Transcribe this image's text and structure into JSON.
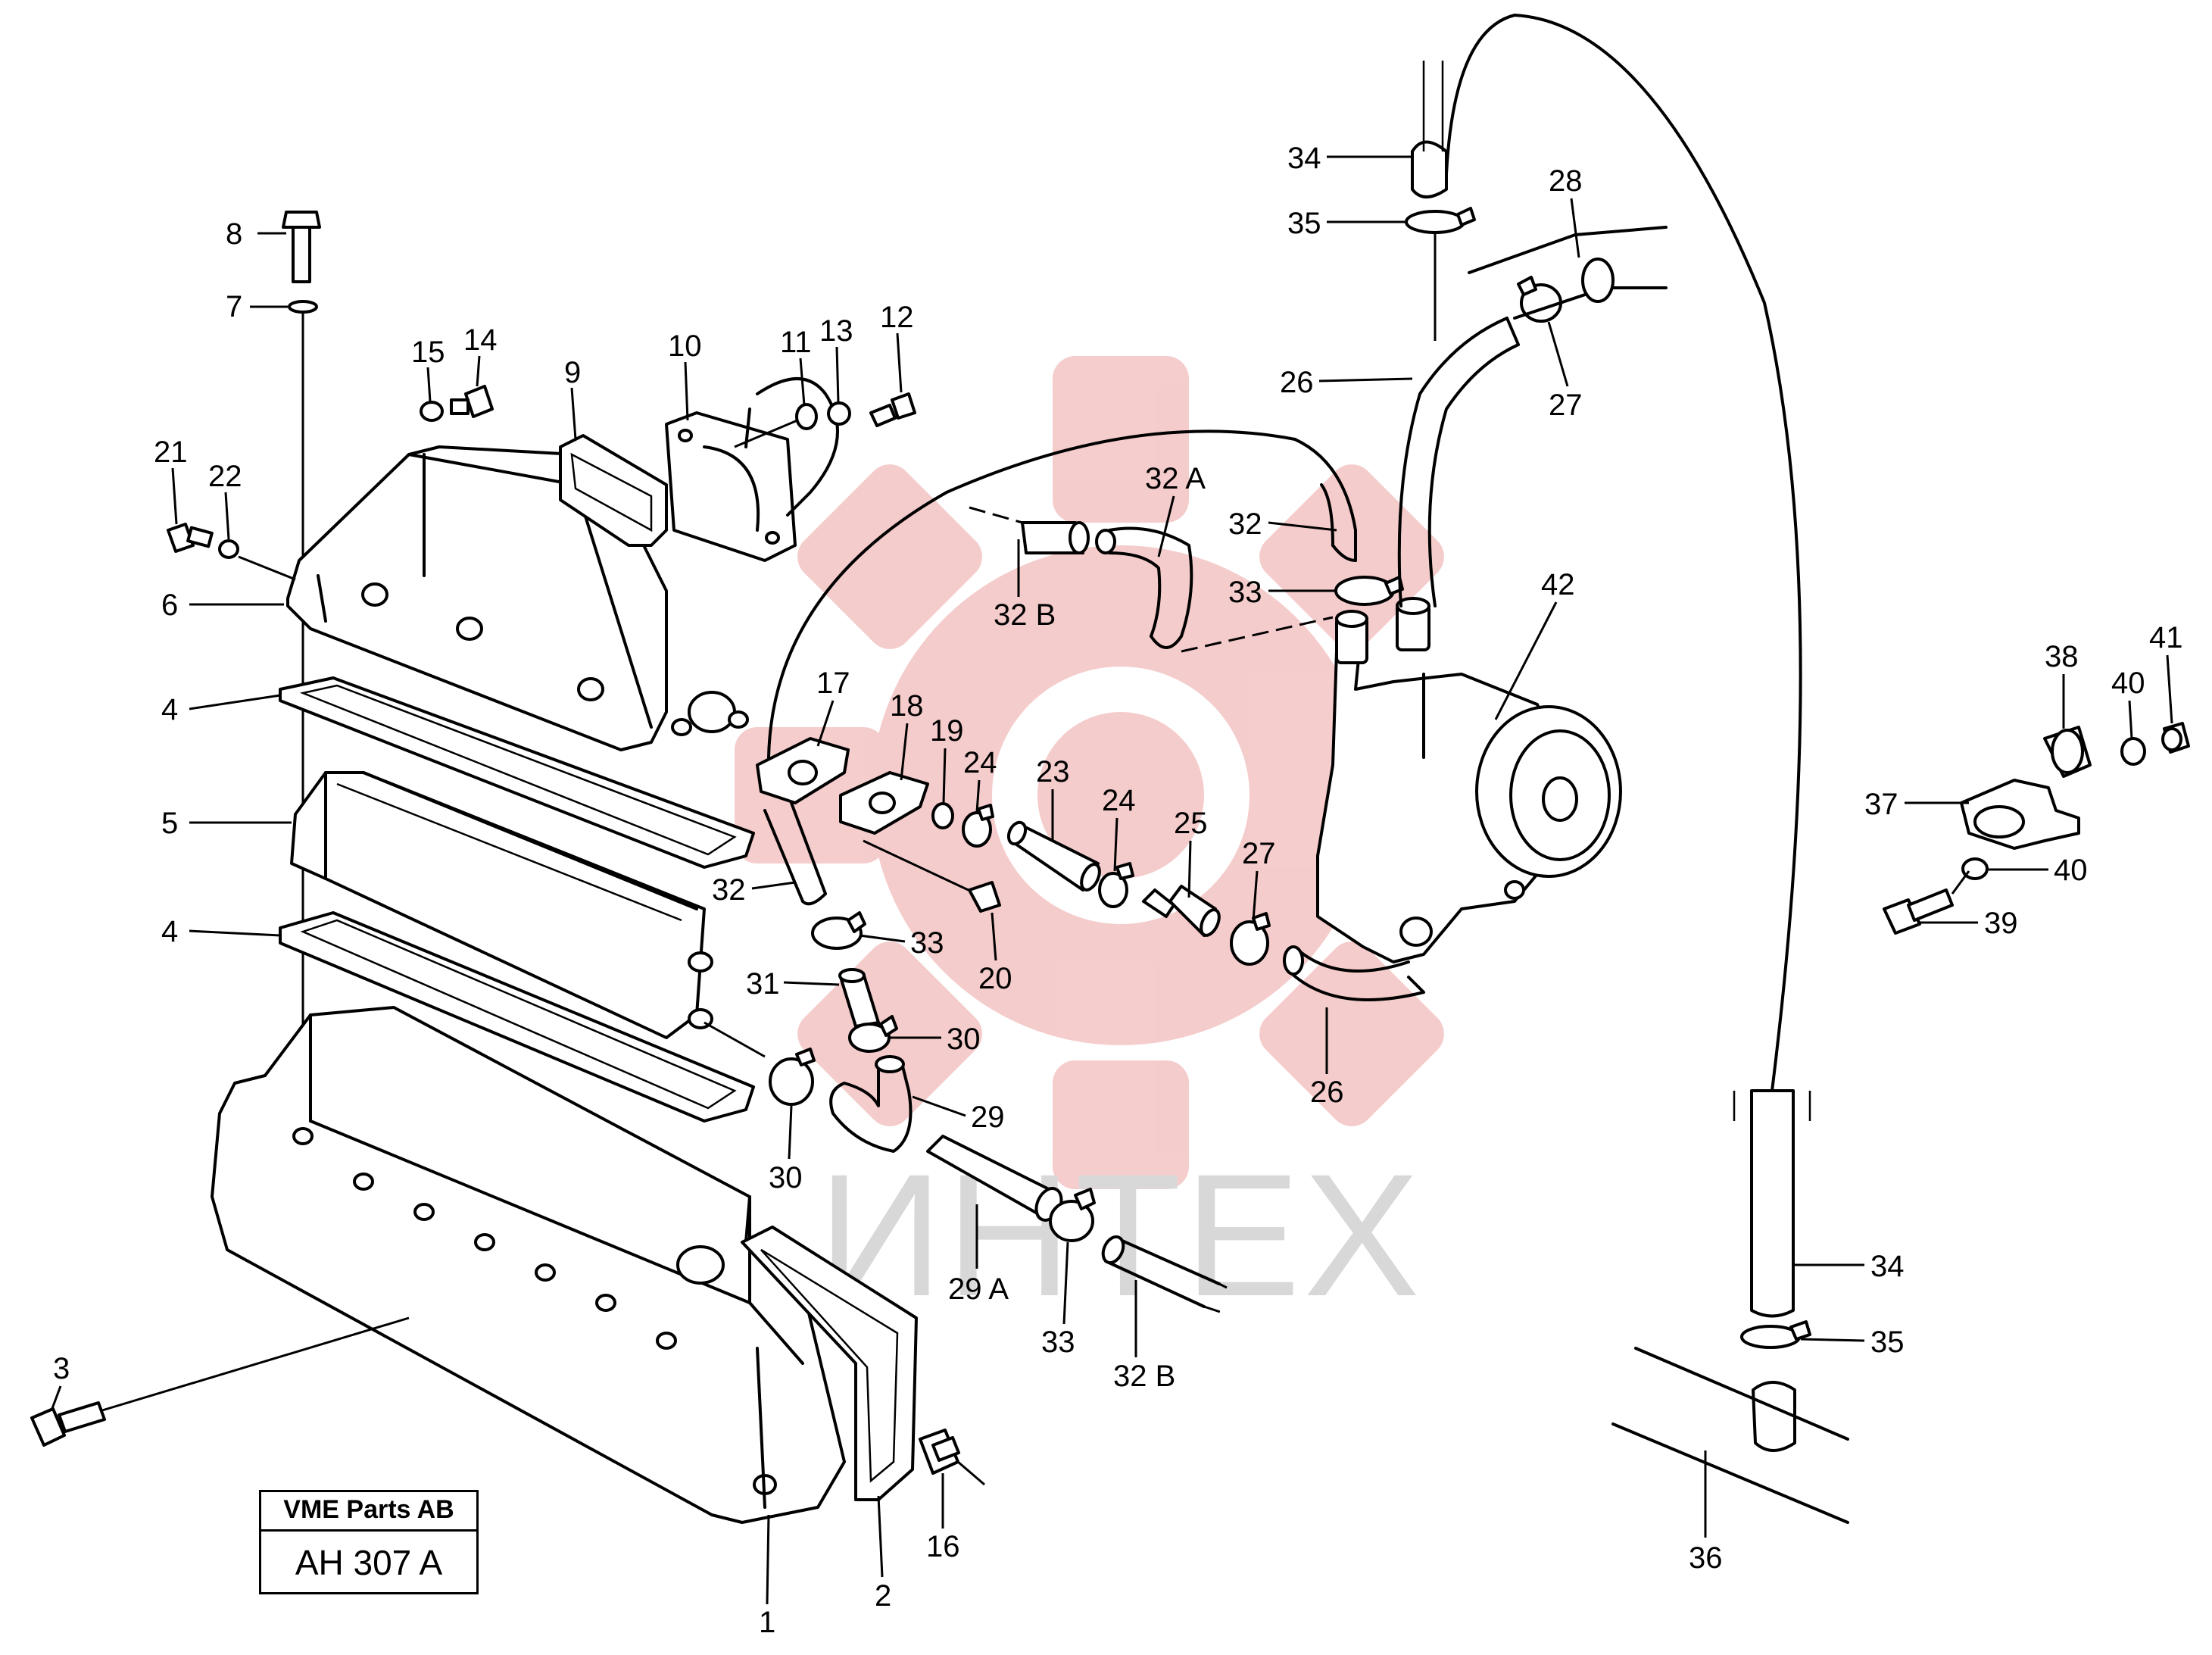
{
  "watermark": {
    "text": "ИНТЕХ",
    "gear_color": "#f4c4c4"
  },
  "reference_box": {
    "company": "VME Parts AB",
    "drawing_code": "AH 307 A"
  },
  "callouts": [
    {
      "id": "8",
      "label": "8"
    },
    {
      "id": "7",
      "label": "7"
    },
    {
      "id": "15",
      "label": "15"
    },
    {
      "id": "14",
      "label": "14"
    },
    {
      "id": "9",
      "label": "9"
    },
    {
      "id": "10",
      "label": "10"
    },
    {
      "id": "11",
      "label": "11"
    },
    {
      "id": "13",
      "label": "13"
    },
    {
      "id": "12",
      "label": "12"
    },
    {
      "id": "21",
      "label": "21"
    },
    {
      "id": "22",
      "label": "22"
    },
    {
      "id": "6",
      "label": "6"
    },
    {
      "id": "4a",
      "label": "4"
    },
    {
      "id": "5",
      "label": "5"
    },
    {
      "id": "4b",
      "label": "4"
    },
    {
      "id": "3",
      "label": "3"
    },
    {
      "id": "1",
      "label": "1"
    },
    {
      "id": "2",
      "label": "2"
    },
    {
      "id": "16",
      "label": "16"
    },
    {
      "id": "17",
      "label": "17"
    },
    {
      "id": "18",
      "label": "18"
    },
    {
      "id": "19",
      "label": "19"
    },
    {
      "id": "24a",
      "label": "24"
    },
    {
      "id": "23",
      "label": "23"
    },
    {
      "id": "24b",
      "label": "24"
    },
    {
      "id": "25",
      "label": "25"
    },
    {
      "id": "27a",
      "label": "27"
    },
    {
      "id": "32a",
      "label": "32"
    },
    {
      "id": "33a",
      "label": "33"
    },
    {
      "id": "20",
      "label": "20"
    },
    {
      "id": "31",
      "label": "31"
    },
    {
      "id": "30a",
      "label": "30"
    },
    {
      "id": "29",
      "label": "29"
    },
    {
      "id": "30b",
      "label": "30"
    },
    {
      "id": "29A",
      "label": "29 A"
    },
    {
      "id": "33b",
      "label": "33"
    },
    {
      "id": "32B_b",
      "label": "32 B"
    },
    {
      "id": "32B_a",
      "label": "32 B"
    },
    {
      "id": "32A",
      "label": "32 A"
    },
    {
      "id": "32b",
      "label": "32"
    },
    {
      "id": "33c",
      "label": "33"
    },
    {
      "id": "34a",
      "label": "34"
    },
    {
      "id": "35a",
      "label": "35"
    },
    {
      "id": "28",
      "label": "28"
    },
    {
      "id": "26a",
      "label": "26"
    },
    {
      "id": "27b",
      "label": "27"
    },
    {
      "id": "42",
      "label": "42"
    },
    {
      "id": "26b",
      "label": "26"
    },
    {
      "id": "38",
      "label": "38"
    },
    {
      "id": "40a",
      "label": "40"
    },
    {
      "id": "41",
      "label": "41"
    },
    {
      "id": "37",
      "label": "37"
    },
    {
      "id": "40b",
      "label": "40"
    },
    {
      "id": "39",
      "label": "39"
    },
    {
      "id": "34b",
      "label": "34"
    },
    {
      "id": "35b",
      "label": "35"
    },
    {
      "id": "36",
      "label": "36"
    }
  ]
}
